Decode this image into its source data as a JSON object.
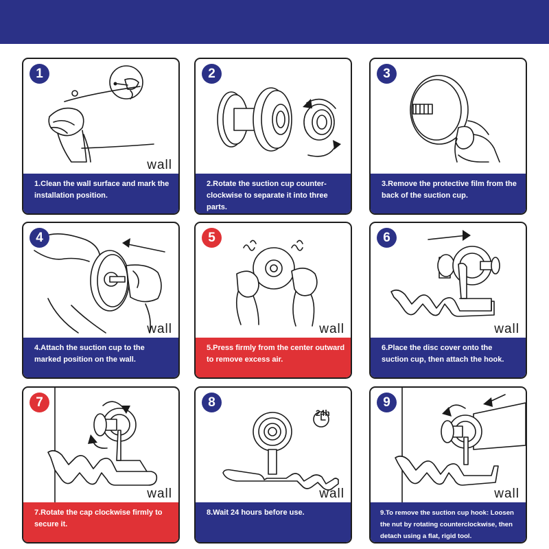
{
  "colors": {
    "banner": "#2b3187",
    "primary": "#2b3187",
    "accent": "#e03236"
  },
  "steps": [
    {
      "number": "1",
      "caption": "1.Clean the wall surface and mark the installation position.",
      "wall_label": "wall",
      "highlight": false,
      "illustration": "cleaning-wall-illustration"
    },
    {
      "number": "2",
      "caption": "2.Rotate the suction cup counter-clockwise to separate it into three parts.",
      "highlight": false,
      "illustration": "rotate-suction-cup-illustration"
    },
    {
      "number": "3",
      "caption": "3.Remove the protective film from the back of the suction cup.",
      "highlight": false,
      "illustration": "remove-film-illustration"
    },
    {
      "number": "4",
      "caption": "4.Attach the suction cup to the marked position on the wall.",
      "wall_label": "wall",
      "highlight": false,
      "illustration": "attach-suction-cup-illustration"
    },
    {
      "number": "5",
      "caption": "5.Press firmly from the center outward to remove excess air.",
      "highlight": true,
      "illustration": "press-firmly-illustration"
    },
    {
      "number": "6",
      "caption": "6.Place the disc cover onto the suction cup, then attach the hook.",
      "wall_label": "wall",
      "highlight": false,
      "illustration": "attach-hook-illustration"
    },
    {
      "number": "7",
      "caption": "7.Rotate the cap clockwise firmly to secure it.",
      "wall_label": "wall",
      "highlight": true,
      "illustration": "rotate-cap-illustration"
    },
    {
      "number": "8",
      "caption": "8.Wait 24 hours before use.",
      "wall_label": "wall",
      "wait_label": "24h",
      "highlight": false,
      "illustration": "wait-24h-illustration"
    },
    {
      "number": "9",
      "caption": "9.To remove the suction cup hook: Loosen the nut by rotating counterclockwise, then detach using a flat, rigid tool.",
      "wall_label": "wall",
      "highlight": false,
      "illustration": "remove-hook-illustration"
    }
  ]
}
